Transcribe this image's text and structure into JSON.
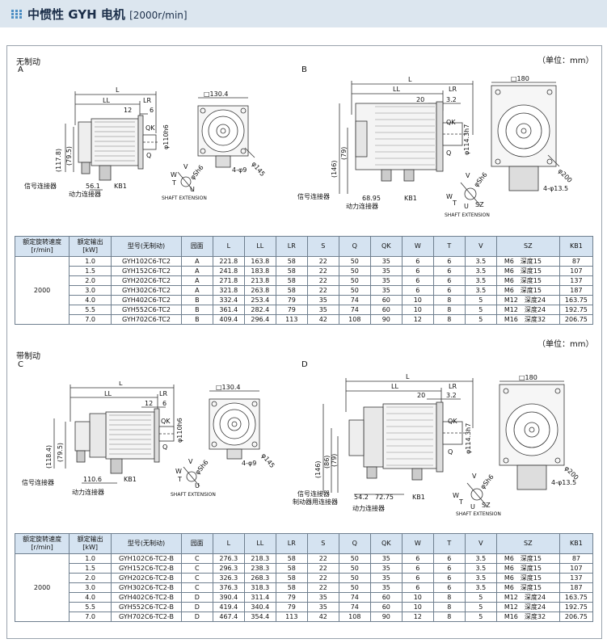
{
  "page": {
    "title_main": "中惯性 GYH 电机",
    "title_sub": "[2000r/min]"
  },
  "sections": [
    {
      "label": "无制动",
      "unit": "（单位：mm）",
      "figures": [
        {
          "letter": "A",
          "dims": {
            "L": "L",
            "LL": "LL",
            "LR": "LR",
            "d12": "12",
            "d6": "6",
            "QK": "QK",
            "Q": "Q",
            "shaft": "φ110h6",
            "h1": "(117.8)",
            "h2": "(79.5)",
            "kb": "56.1",
            "kb1": "KB1",
            "square": "□130.4",
            "pcd": "φ145",
            "holes": "4-φ9",
            "sh": "φSh6",
            "V": "V",
            "W": "W",
            "T": "T",
            "U": "U"
          },
          "connectors": [
            "信号连接器",
            "动力连接器"
          ],
          "shaft_ext": "SHAFT EXTENSION"
        },
        {
          "letter": "B",
          "dims": {
            "L": "L",
            "LL": "LL",
            "LR": "LR",
            "d20": "20",
            "d32": "3.2",
            "QK": "QK",
            "Q": "Q",
            "shaft": "φ114.3h7",
            "h1": "(146)",
            "h2": "(79)",
            "kb": "68.95",
            "kb1": "KB1",
            "square": "□180",
            "pcd": "φ200",
            "holes": "4-φ13.5",
            "sh": "φSh6",
            "V": "V",
            "W": "W",
            "T": "T",
            "U": "U",
            "SZ": "SZ"
          },
          "connectors": [
            "信号连接器",
            "动力连接器"
          ],
          "shaft_ext": "SHAFT EXTENSION"
        }
      ],
      "table": {
        "headers": [
          "额定旋转速度 [r/min]",
          "额定输出 [kW]",
          "型号(无制动)",
          "园面",
          "L",
          "LL",
          "LR",
          "S",
          "Q",
          "QK",
          "W",
          "T",
          "V",
          "SZ",
          "KB1"
        ],
        "speed": "2000",
        "rows": [
          [
            "1.0",
            "GYH102C6-TC2",
            "A",
            "221.8",
            "163.8",
            "58",
            "22",
            "50",
            "35",
            "6",
            "6",
            "3.5",
            "M6　深度15",
            "87"
          ],
          [
            "1.5",
            "GYH152C6-TC2",
            "A",
            "241.8",
            "183.8",
            "58",
            "22",
            "50",
            "35",
            "6",
            "6",
            "3.5",
            "M6　深度15",
            "107"
          ],
          [
            "2.0",
            "GYH202C6-TC2",
            "A",
            "271.8",
            "213.8",
            "58",
            "22",
            "50",
            "35",
            "6",
            "6",
            "3.5",
            "M6　深度15",
            "137"
          ],
          [
            "3.0",
            "GYH302C6-TC2",
            "A",
            "321.8",
            "263.8",
            "58",
            "22",
            "50",
            "35",
            "6",
            "6",
            "3.5",
            "M6　深度15",
            "187"
          ],
          [
            "4.0",
            "GYH402C6-TC2",
            "B",
            "332.4",
            "253.4",
            "79",
            "35",
            "74",
            "60",
            "10",
            "8",
            "5",
            "M12　深度24",
            "163.75"
          ],
          [
            "5.5",
            "GYH552C6-TC2",
            "B",
            "361.4",
            "282.4",
            "79",
            "35",
            "74",
            "60",
            "10",
            "8",
            "5",
            "M12　深度24",
            "192.75"
          ],
          [
            "7.0",
            "GYH702C6-TC2",
            "B",
            "409.4",
            "296.4",
            "113",
            "42",
            "108",
            "90",
            "12",
            "8",
            "5",
            "M16　深度32",
            "206.75"
          ]
        ]
      }
    },
    {
      "label": "带制动",
      "unit": "（单位：mm）",
      "figures": [
        {
          "letter": "C",
          "dims": {
            "L": "L",
            "LL": "LL",
            "LR": "LR",
            "d12": "12",
            "d6": "6",
            "QK": "QK",
            "Q": "Q",
            "shaft": "φ110h6",
            "h1": "(118.4)",
            "h2": "(79.5)",
            "kb": "110.6",
            "kb1": "KB1",
            "square": "□130.4",
            "pcd": "φ145",
            "holes": "4-φ9",
            "sh": "φSh6",
            "V": "V",
            "W": "W",
            "T": "T",
            "U": "U"
          },
          "connectors": [
            "信号连接器",
            "动力连接器"
          ],
          "shaft_ext": "SHAFT EXTENSION"
        },
        {
          "letter": "D",
          "dims": {
            "L": "L",
            "LL": "LL",
            "LR": "LR",
            "d20": "20",
            "d32": "3.2",
            "QK": "QK",
            "Q": "Q",
            "shaft": "φ114.3h7",
            "h1": "(146)",
            "h2": "(79)",
            "h3": "(86)",
            "kb": "54.2",
            "kb2": "72.75",
            "kb1": "KB1",
            "square": "□180",
            "pcd": "φ200",
            "holes": "4-φ13.5",
            "sh": "φSh6",
            "V": "V",
            "W": "W",
            "T": "T",
            "U": "U",
            "SZ": "SZ"
          },
          "connectors": [
            "信号连接器",
            "制动器用连接器",
            "动力连接器"
          ],
          "shaft_ext": "SHAFT EXTENSION"
        }
      ],
      "table": {
        "headers": [
          "额定旋转速度 [r/min]",
          "额定输出 [kW]",
          "型号(无制动)",
          "园面",
          "L",
          "LL",
          "LR",
          "S",
          "Q",
          "QK",
          "W",
          "T",
          "V",
          "SZ",
          "KB1"
        ],
        "speed": "2000",
        "rows": [
          [
            "1.0",
            "GYH102C6-TC2-B",
            "C",
            "276.3",
            "218.3",
            "58",
            "22",
            "50",
            "35",
            "6",
            "6",
            "3.5",
            "M6　深度15",
            "87"
          ],
          [
            "1.5",
            "GYH152C6-TC2-B",
            "C",
            "296.3",
            "238.3",
            "58",
            "22",
            "50",
            "35",
            "6",
            "6",
            "3.5",
            "M6　深度15",
            "107"
          ],
          [
            "2.0",
            "GYH202C6-TC2-B",
            "C",
            "326.3",
            "268.3",
            "58",
            "22",
            "50",
            "35",
            "6",
            "6",
            "3.5",
            "M6　深度15",
            "137"
          ],
          [
            "3.0",
            "GYH302C6-TC2-B",
            "C",
            "376.3",
            "318.3",
            "58",
            "22",
            "50",
            "35",
            "6",
            "6",
            "3.5",
            "M6　深度15",
            "187"
          ],
          [
            "4.0",
            "GYH402C6-TC2-B",
            "D",
            "390.4",
            "311.4",
            "79",
            "35",
            "74",
            "60",
            "10",
            "8",
            "5",
            "M12　深度24",
            "163.75"
          ],
          [
            "5.5",
            "GYH552C6-TC2-B",
            "D",
            "419.4",
            "340.4",
            "79",
            "35",
            "74",
            "60",
            "10",
            "8",
            "5",
            "M12　深度24",
            "192.75"
          ],
          [
            "7.0",
            "GYH702C6-TC2-B",
            "D",
            "467.4",
            "354.4",
            "113",
            "42",
            "108",
            "90",
            "12",
            "8",
            "5",
            "M16　深度32",
            "206.75"
          ]
        ]
      }
    }
  ]
}
